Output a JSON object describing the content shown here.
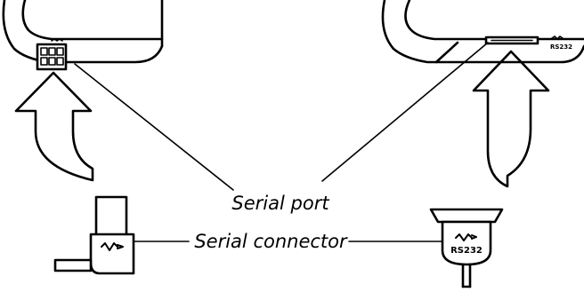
{
  "labels": {
    "serial_port": "Serial port",
    "serial_connector": "Serial connector"
  },
  "markings": {
    "device_port": "RS232",
    "connector_plug": "RS232"
  },
  "icons": {
    "serial_symbol": "serial-port-symbol-icon"
  }
}
